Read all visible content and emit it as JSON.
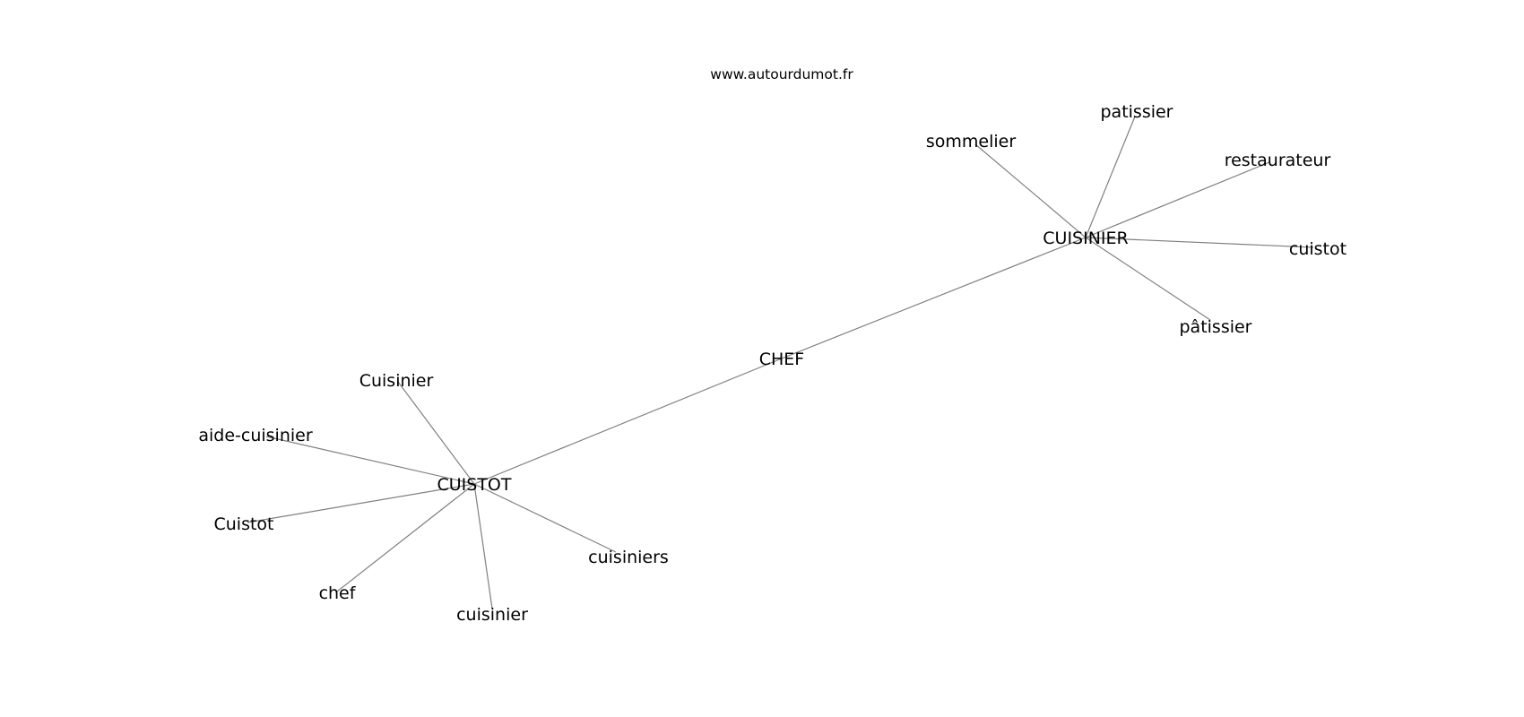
{
  "watermark": "www.autourdumot.fr",
  "colors": {
    "edge": "#808080",
    "text": "#000000",
    "background": "#ffffff"
  },
  "nodes": [
    {
      "id": "chef_center",
      "label": "CHEF"
    },
    {
      "id": "cuisinier_hub",
      "label": "CUISINIER"
    },
    {
      "id": "cuistot_hub",
      "label": "CUISTOT"
    },
    {
      "id": "sommelier",
      "label": "sommelier"
    },
    {
      "id": "patissier",
      "label": "patissier"
    },
    {
      "id": "restaurateur",
      "label": "restaurateur"
    },
    {
      "id": "cuistot_leaf",
      "label": "cuistot"
    },
    {
      "id": "patissier_accent",
      "label": "pâtissier"
    },
    {
      "id": "cuisinier_cap",
      "label": "Cuisinier"
    },
    {
      "id": "aide_cuisinier",
      "label": "aide-cuisinier"
    },
    {
      "id": "cuistot_cap",
      "label": "Cuistot"
    },
    {
      "id": "chef_leaf",
      "label": "chef"
    },
    {
      "id": "cuisinier_leaf",
      "label": "cuisinier"
    },
    {
      "id": "cuisiniers",
      "label": "cuisiniers"
    }
  ],
  "edges": [
    [
      "chef_center",
      "cuisinier_hub"
    ],
    [
      "chef_center",
      "cuistot_hub"
    ],
    [
      "cuisinier_hub",
      "sommelier"
    ],
    [
      "cuisinier_hub",
      "patissier"
    ],
    [
      "cuisinier_hub",
      "restaurateur"
    ],
    [
      "cuisinier_hub",
      "cuistot_leaf"
    ],
    [
      "cuisinier_hub",
      "patissier_accent"
    ],
    [
      "cuistot_hub",
      "cuisinier_cap"
    ],
    [
      "cuistot_hub",
      "aide_cuisinier"
    ],
    [
      "cuistot_hub",
      "cuistot_cap"
    ],
    [
      "cuistot_hub",
      "chef_leaf"
    ],
    [
      "cuistot_hub",
      "cuisinier_leaf"
    ],
    [
      "cuistot_hub",
      "cuisiniers"
    ]
  ]
}
